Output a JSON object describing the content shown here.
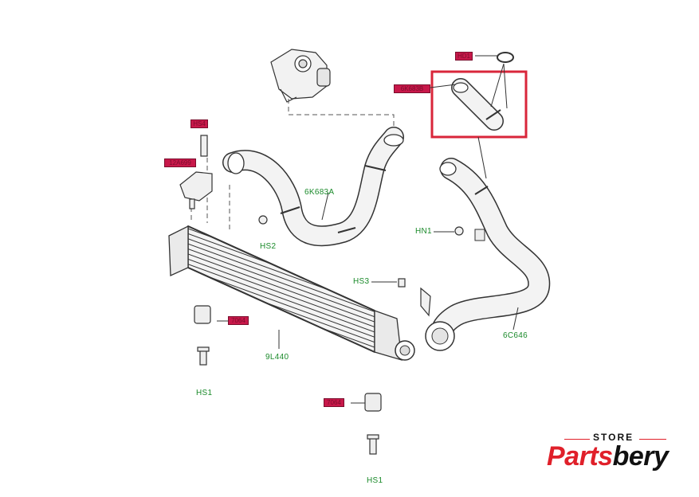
{
  "diagram": {
    "part_labels": {
      "hose_6k683a": "6K683A",
      "nut_hn1": "HN1",
      "screw_hs2": "HS2",
      "screw_hs3": "HS3",
      "intercooler_9l440": "9L440",
      "hose_6c646": "6C646",
      "bolt_hs1_left": "HS1",
      "bolt_hs1_bottom": "HS1"
    },
    "redacted_tags": {
      "clamp_top": "HD1",
      "hose_boxed": "6K683B",
      "bolt_upper": "HS4",
      "bracket_upper": "12A699",
      "bush_left": "7064",
      "bush_bottom": "7064"
    },
    "highlight_box_color": "#d9263a",
    "tag_color": "#c8184a",
    "label_color": "#1a8a2a"
  },
  "brand": {
    "store": "STORE",
    "name_part1": "Parts",
    "name_part2": "bery"
  }
}
